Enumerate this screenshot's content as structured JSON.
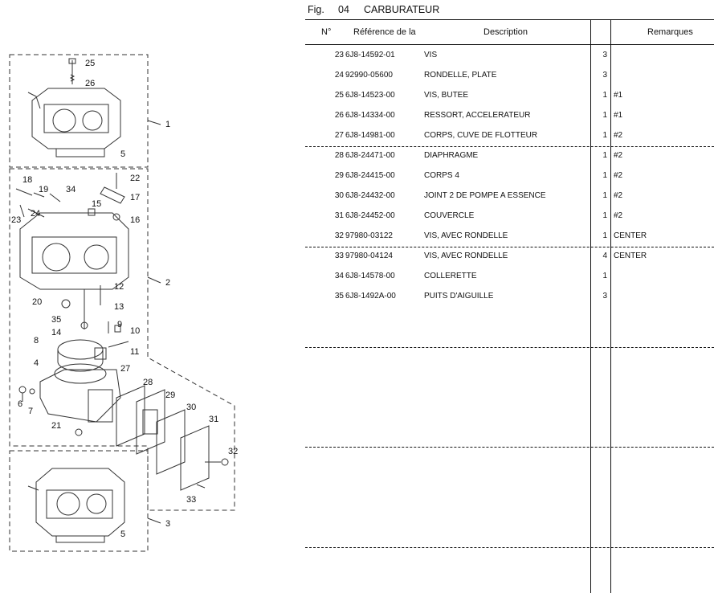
{
  "figure": {
    "label": "Fig.",
    "number": "04",
    "title": "CARBURATEUR"
  },
  "columns": {
    "num": "N°",
    "ref": "Référence de la",
    "desc": "Description",
    "rem": "Remarques"
  },
  "rows": [
    {
      "n": "23",
      "ref": "6J8-14592-01",
      "desc": "VIS",
      "qty": "3",
      "rem": ""
    },
    {
      "n": "24",
      "ref": "92990-05600",
      "desc": "RONDELLE, PLATE",
      "qty": "3",
      "rem": ""
    },
    {
      "n": "25",
      "ref": "6J8-14523-00",
      "desc": "VIS, BUTEE",
      "qty": "1",
      "rem": "#1"
    },
    {
      "n": "26",
      "ref": "6J8-14334-00",
      "desc": "RESSORT, ACCELERATEUR",
      "qty": "1",
      "rem": "#1"
    },
    {
      "n": "27",
      "ref": "6J8-14981-00",
      "desc": "CORPS, CUVE DE FLOTTEUR",
      "qty": "1",
      "rem": "#2"
    },
    {
      "n": "28",
      "ref": "6J8-24471-00",
      "desc": "DIAPHRAGME",
      "qty": "1",
      "rem": "#2"
    },
    {
      "n": "29",
      "ref": "6J8-24415-00",
      "desc": "CORPS 4",
      "qty": "1",
      "rem": "#2"
    },
    {
      "n": "30",
      "ref": "6J8-24432-00",
      "desc": "JOINT 2 DE POMPE A ESSENCE",
      "qty": "1",
      "rem": "#2"
    },
    {
      "n": "31",
      "ref": "6J8-24452-00",
      "desc": "COUVERCLE",
      "qty": "1",
      "rem": "#2"
    },
    {
      "n": "32",
      "ref": "97980-03122",
      "desc": "VIS, AVEC RONDELLE",
      "qty": "1",
      "rem": "CENTER"
    },
    {
      "n": "33",
      "ref": "97980-04124",
      "desc": "VIS, AVEC RONDELLE",
      "qty": "4",
      "rem": "CENTER"
    },
    {
      "n": "34",
      "ref": "6J8-14578-00",
      "desc": "COLLERETTE",
      "qty": "1",
      "rem": ""
    },
    {
      "n": "35",
      "ref": "6J8-1492A-00",
      "desc": "PUITS D'AIGUILLE",
      "qty": "3",
      "rem": ""
    }
  ],
  "callouts": [
    "25",
    "26",
    "1",
    "5",
    "18",
    "19",
    "34",
    "22",
    "17",
    "15",
    "16",
    "23",
    "24",
    "2",
    "12",
    "20",
    "13",
    "35",
    "9",
    "14",
    "10",
    "8",
    "11",
    "4",
    "27",
    "28",
    "29",
    "6",
    "7",
    "30",
    "31",
    "21",
    "32",
    "33",
    "3",
    "5"
  ]
}
